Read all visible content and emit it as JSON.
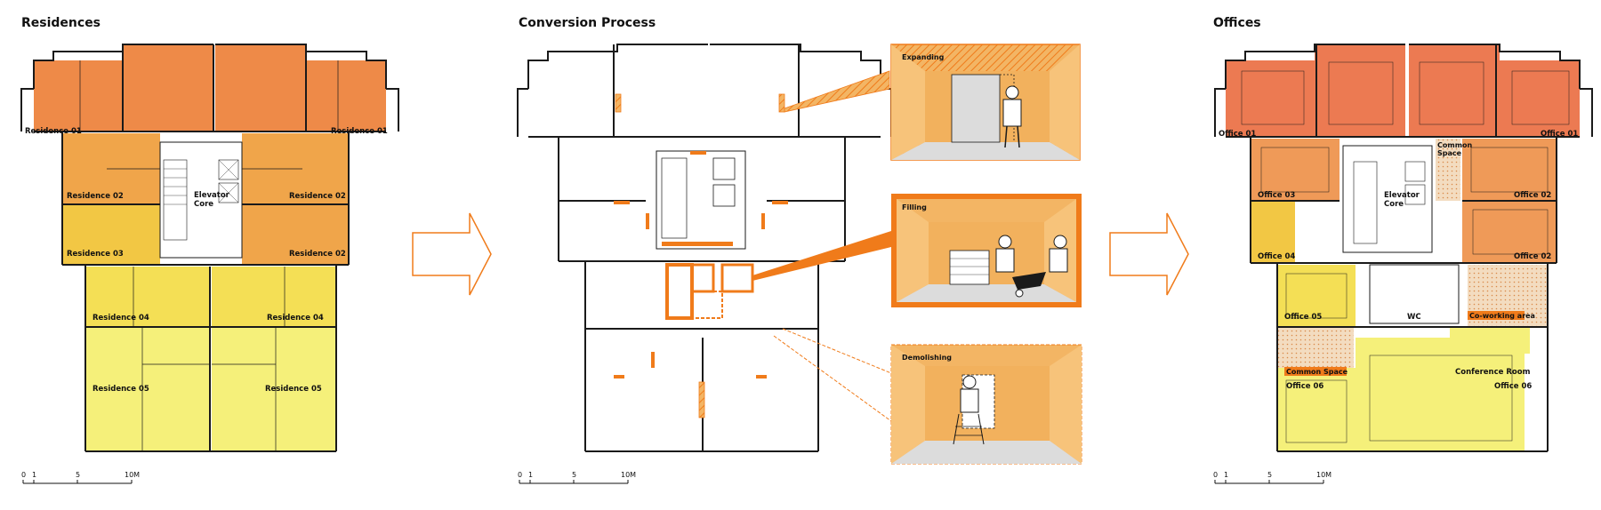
{
  "titles": {
    "residences": "Residences",
    "conversion": "Conversion Process",
    "offices": "Offices"
  },
  "residences": {
    "r01_left": "Residence 01",
    "r01_right": "Residence 01",
    "r02_left": "Residence 02",
    "r02_right": "Residence 02",
    "r03": "Residence 03",
    "r02b": "Residence 02",
    "r04_left": "Residence 04",
    "r04_right": "Residence 04",
    "r05_left": "Residence 05",
    "r05_right": "Residence 05",
    "core_1": "Elevator",
    "core_2": "Core"
  },
  "conversion": {
    "expanding": "Expanding",
    "filling": "Filling",
    "demolishing": "Demolishing"
  },
  "offices": {
    "o01_left": "Office 01",
    "o01_right": "Office 01",
    "common_top_1": "Common",
    "common_top_2": "Space",
    "o03": "Office 03",
    "o02_top": "Office 02",
    "core_1": "Elevator",
    "core_2": "Core",
    "o04": "Office 04",
    "o02_bottom": "Office 02",
    "o05": "Office 05",
    "wc": "WC",
    "coworking": "Co-working area",
    "common_space": "Common Space",
    "conference": "Conference Room",
    "o06_left": "Office 06",
    "o06_right": "Office 06"
  },
  "scale": {
    "s0": "0",
    "s1": "1",
    "s5": "5",
    "s10": "10M"
  },
  "colors": {
    "orange_dark": "#ee8a48",
    "orange_mid": "#f0a54a",
    "gold": "#f2c744",
    "yellow": "#f6e25a",
    "lime": "#f4f27a",
    "office_red": "#ec7a52",
    "accent": "#f07b1a",
    "wall": "#1a1a1a"
  }
}
